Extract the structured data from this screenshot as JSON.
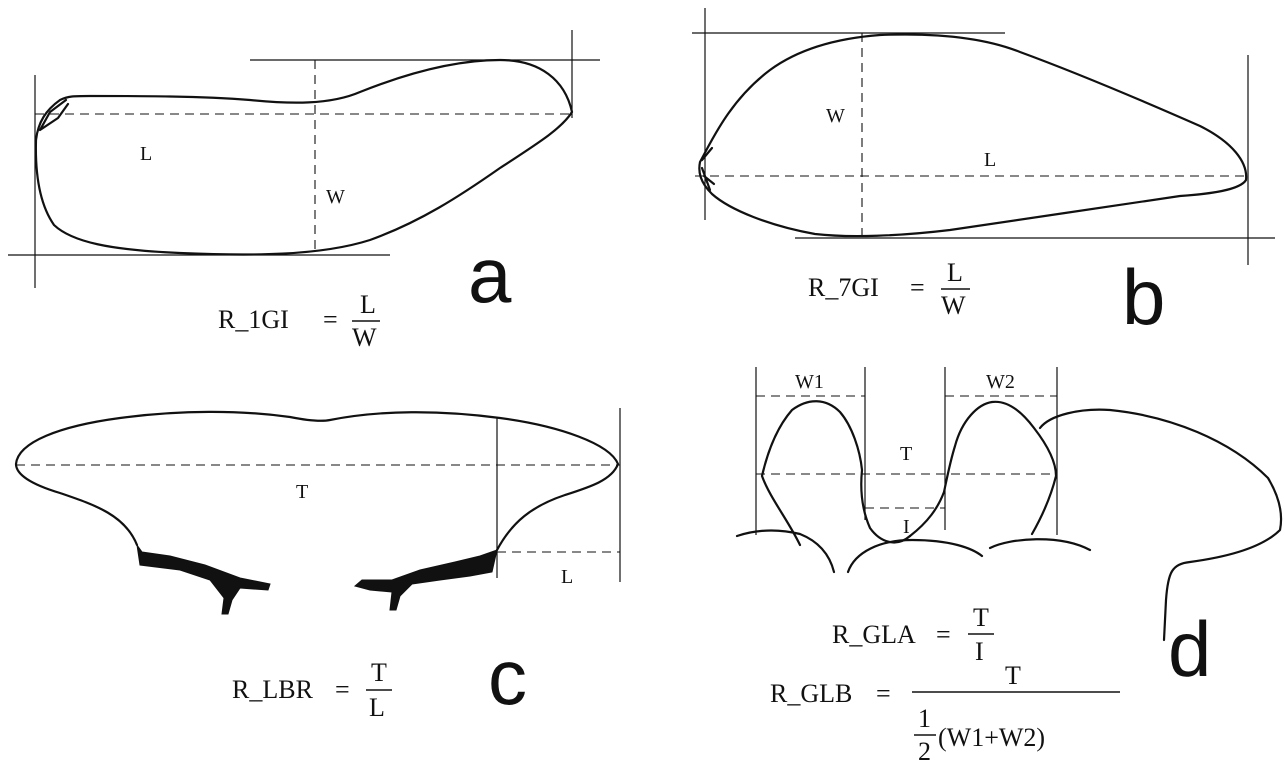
{
  "panels": {
    "a": {
      "letter": "a",
      "labels": {
        "length": "L",
        "width": "W"
      },
      "formula": {
        "lhs": "R_1GI",
        "equals": "=",
        "numerator": "L",
        "denominator": "W"
      }
    },
    "b": {
      "letter": "b",
      "labels": {
        "width": "W",
        "length": "L"
      },
      "formula": {
        "lhs": "R_7GI",
        "equals": "=",
        "numerator": "L",
        "denominator": "W"
      }
    },
    "c": {
      "letter": "c",
      "labels": {
        "total": "T",
        "length": "L"
      },
      "formula": {
        "lhs": "R_LBR",
        "equals": "=",
        "numerator": "T",
        "denominator": "L"
      }
    },
    "d": {
      "letter": "d",
      "labels": {
        "w1": "W1",
        "w2": "W2",
        "total": "T",
        "inner": "I"
      },
      "formula1": {
        "lhs": "R_GLA",
        "equals": "=",
        "numerator": "T",
        "denominator": "I"
      },
      "formula2": {
        "lhs": "R_GLB",
        "equals": "=",
        "numerator": "T",
        "half_num": "1",
        "half_den": "2",
        "sum": "(W1+W2)"
      }
    }
  }
}
